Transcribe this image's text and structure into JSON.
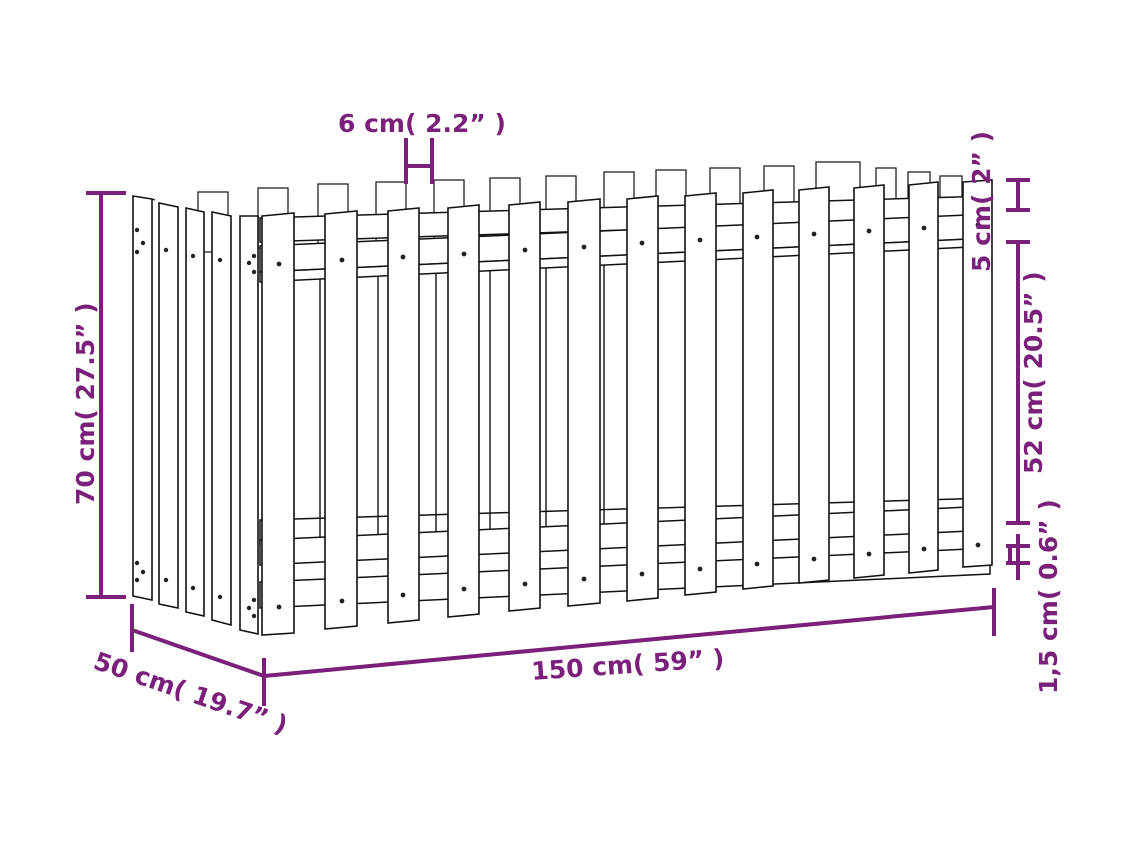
{
  "diagram": {
    "subject": "picket-fence raised garden bed",
    "accent_color": "#7a1f7a",
    "line_color": "#111111",
    "background": "#ffffff",
    "dimensions": {
      "picket_width": "6 cm( 2.2”  )",
      "overall_height": "70 cm( 27.5”  )",
      "depth": "50 cm( 19.7”  )",
      "length": "150 cm( 59”  )",
      "picket_top_offset": "5 cm( 2”  )",
      "panel_height": "52 cm( 20.5”  )",
      "bottom_gap": "1,5 cm( 0.6”  )"
    },
    "front_picket_count": 13,
    "side_picket_count": 5
  }
}
